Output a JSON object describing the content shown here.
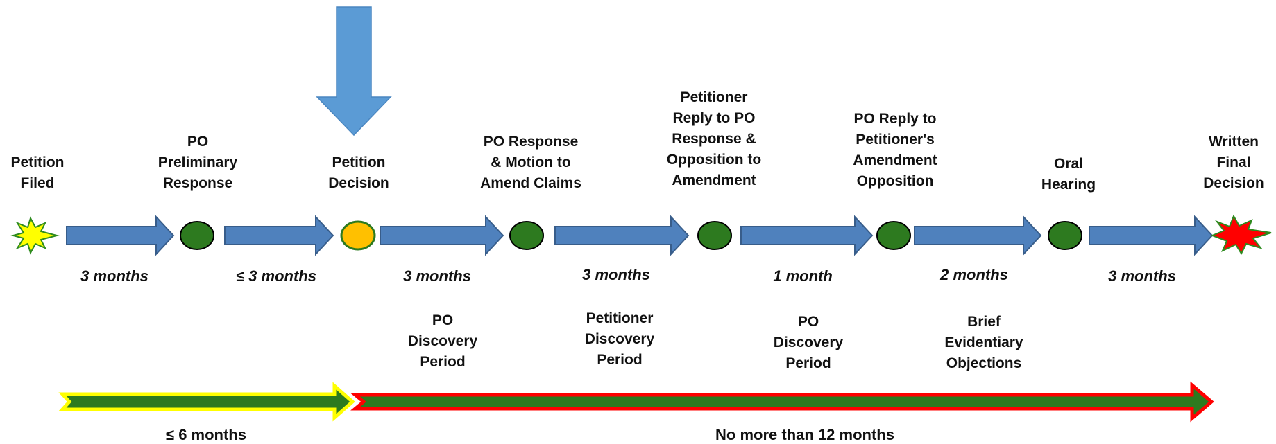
{
  "colors": {
    "arrow_fill": "#4f81bd",
    "arrow_stroke": "#385d8a",
    "pointer_fill": "#5b9bd5",
    "milestone_fill": "#2d7a1f",
    "milestone_stroke": "#000000",
    "decision_fill": "#ffc000",
    "start_burst_fill": "#ffff00",
    "start_burst_stroke": "#2e8b1f",
    "end_burst_fill": "#ff0000",
    "end_burst_stroke": "#2e8b1f",
    "bar_fill": "#2d7a1f",
    "bar1_outline": "#ffff00",
    "bar2_outline": "#ff0000"
  },
  "milestones": [
    {
      "label": "Petition\nFiled",
      "icon": "starburst-yellow"
    },
    {
      "label": "PO\nPreliminary\nResponse",
      "icon": "green-circle"
    },
    {
      "label": "Petition\nDecision",
      "icon": "orange-circle"
    },
    {
      "label": "PO Response\n& Motion to\nAmend Claims",
      "icon": "green-circle"
    },
    {
      "label": "Petitioner\nReply to PO\nResponse &\nOpposition to\nAmendment",
      "icon": "green-circle"
    },
    {
      "label": "PO Reply to\nPetitioner's\nAmendment\nOpposition",
      "icon": "green-circle"
    },
    {
      "label": "Oral\nHearing",
      "icon": "green-circle"
    },
    {
      "label": "Written\nFinal\nDecision",
      "icon": "starburst-red"
    }
  ],
  "durations": [
    "3 months",
    "≤ 3 months",
    "3 months",
    "3 months",
    "1 month",
    "2 months",
    "3 months"
  ],
  "phases": [
    "PO\nDiscovery\nPeriod",
    "Petitioner\nDiscovery\nPeriod",
    "PO\nDiscovery\nPeriod",
    "Brief\nEvidentiary\nObjections"
  ],
  "totals": [
    "≤ 6 months",
    "No more than 12 months"
  ]
}
